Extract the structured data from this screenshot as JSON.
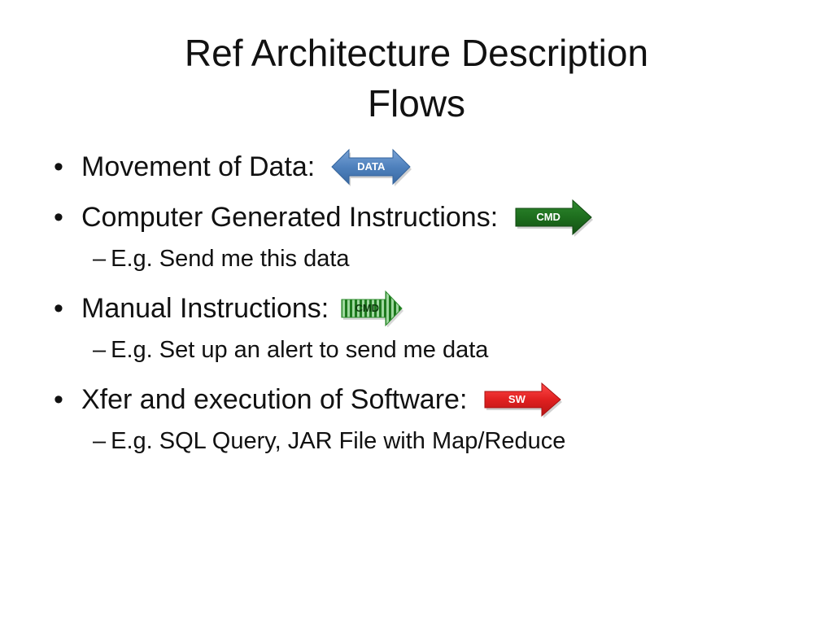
{
  "title": {
    "line1": "Ref Architecture Description",
    "line2": "Flows"
  },
  "bullets": [
    {
      "text": "Movement of Data:",
      "marker": "•",
      "arrow": {
        "label": "DATA",
        "icon": "double-arrow-icon",
        "color": "#4f81bd"
      }
    },
    {
      "text": "Computer Generated Instructions:",
      "marker": "•",
      "arrow": {
        "label": "CMD",
        "icon": "right-arrow-icon",
        "color": "#1e6e1e"
      }
    },
    {
      "sub": true,
      "marker": "–",
      "text": "E.g. Send me this data"
    },
    {
      "text": "Manual Instructions:",
      "marker": "•",
      "arrow": {
        "label": "CMD",
        "icon": "striped-arrow-icon",
        "color": "#2e8b2e"
      }
    },
    {
      "sub": true,
      "marker": "–",
      "text": "E.g. Set up an alert to send me data"
    },
    {
      "text": "Xfer and execution of Software:",
      "marker": "•",
      "arrow": {
        "label": "SW",
        "icon": "right-arrow-icon",
        "color": "#e02020"
      }
    },
    {
      "sub": true,
      "marker": "–",
      "text": "E.g. SQL Query, JAR File with Map/Reduce"
    }
  ]
}
